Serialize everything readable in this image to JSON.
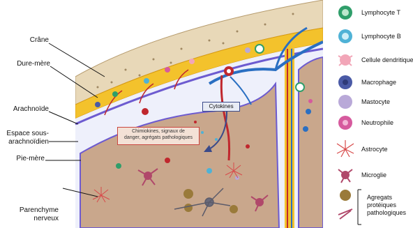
{
  "labels": {
    "crane": "Crâne",
    "dure_mere": "Dure-mère",
    "arachnoide": "Arachnoïde",
    "espace_1": "Espace sous-",
    "espace_2": "arachnoïdien",
    "pie_mere": "Pie-mère",
    "parenchyme_1": "Parenchyme",
    "parenchyme_2": "nerveux"
  },
  "callouts": {
    "cytokines": "Cytokines",
    "chimio_1": "Chimiokines, signaux de",
    "chimio_2": "danger, agrégats pathologiques"
  },
  "legend": [
    {
      "label": "Lymphocyte T",
      "icon": "lymphocyte-t-icon",
      "color": "#2f9e6a"
    },
    {
      "label": "Lymphocyte B",
      "icon": "lymphocyte-b-icon",
      "color": "#4fb2d6"
    },
    {
      "label": "Cellule dendritique",
      "icon": "dendritic-cell-icon",
      "color": "#f2a6b8"
    },
    {
      "label": "Macrophage",
      "icon": "macrophage-icon",
      "color": "#4a5aa6"
    },
    {
      "label": "Mastocyte",
      "icon": "mastocyte-icon",
      "color": "#b9a9d8"
    },
    {
      "label": "Neutrophile",
      "icon": "neutrophile-icon",
      "color": "#d65a9e"
    },
    {
      "label": "Astrocyte",
      "icon": "astrocyte-icon",
      "color": "#d84a4a"
    },
    {
      "label": "Microglie",
      "icon": "microglie-icon",
      "color": "#b0486a"
    },
    {
      "label": "Agregats",
      "icon": "agregats-icon",
      "color": "#9a7a3a"
    }
  ],
  "legend_extra": {
    "agregats_2": "protéiques",
    "agregats_3": "pathologiques"
  },
  "colors": {
    "skull": "#e8d8b8",
    "dura": "#f3c22c",
    "arachnoid": "#6d5bd0",
    "subarachnoid": "#eef0fb",
    "brain": "#c9a78c",
    "vessel_red": "#c0272d",
    "vessel_blue": "#2a6fc2"
  }
}
